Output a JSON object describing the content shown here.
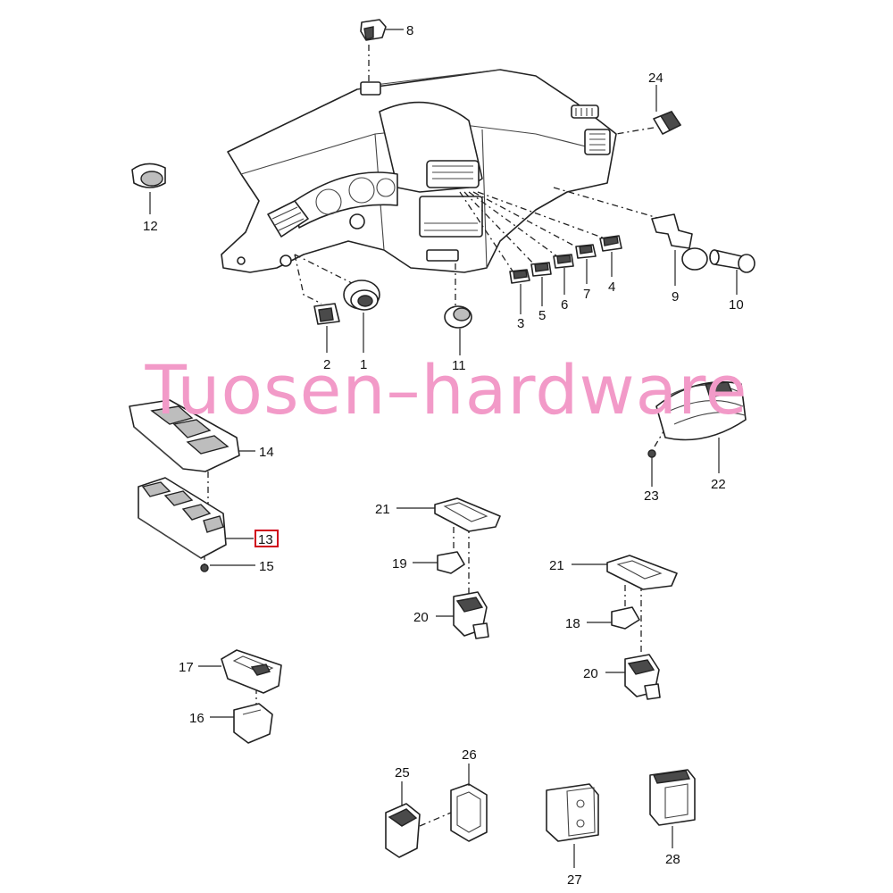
{
  "watermark": "Tuosen–hardware",
  "callouts": {
    "p1": "1",
    "p2": "2",
    "p3": "3",
    "p4": "4",
    "p5": "5",
    "p6": "6",
    "p7": "7",
    "p8": "8",
    "p9": "9",
    "p10": "10",
    "p11": "11",
    "p12": "12",
    "p13": "13",
    "p14": "14",
    "p15": "15",
    "p16": "16",
    "p17": "17",
    "p18": "18",
    "p19": "19",
    "p20a": "20",
    "p20b": "20",
    "p21a": "21",
    "p21b": "21",
    "p22": "22",
    "p23": "23",
    "p24": "24",
    "p25": "25",
    "p26": "26",
    "p27": "27",
    "p28": "28"
  },
  "highlighted_part": "13",
  "colors": {
    "highlight_box": "#d0021b",
    "watermark": "#f29ac8",
    "line": "#222222"
  }
}
